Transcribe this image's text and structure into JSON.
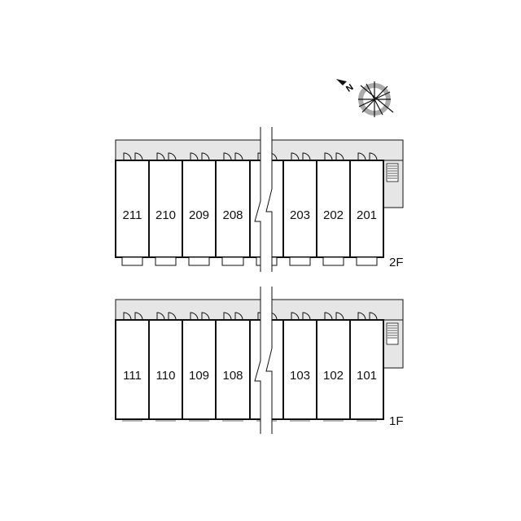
{
  "compass": {
    "label": "N"
  },
  "floors": [
    {
      "name": "2F",
      "units_left": [
        "211",
        "210",
        "209",
        "208",
        ""
      ],
      "units_right": [
        "203",
        "202",
        "201"
      ],
      "balconies": true
    },
    {
      "name": "1F",
      "units_left": [
        "111",
        "110",
        "109",
        "108",
        ""
      ],
      "units_right": [
        "103",
        "102",
        "101"
      ],
      "balconies": false
    }
  ],
  "colors": {
    "corridor": "#e6e6e6",
    "line": "#111111",
    "compass_ring": "#999999"
  }
}
